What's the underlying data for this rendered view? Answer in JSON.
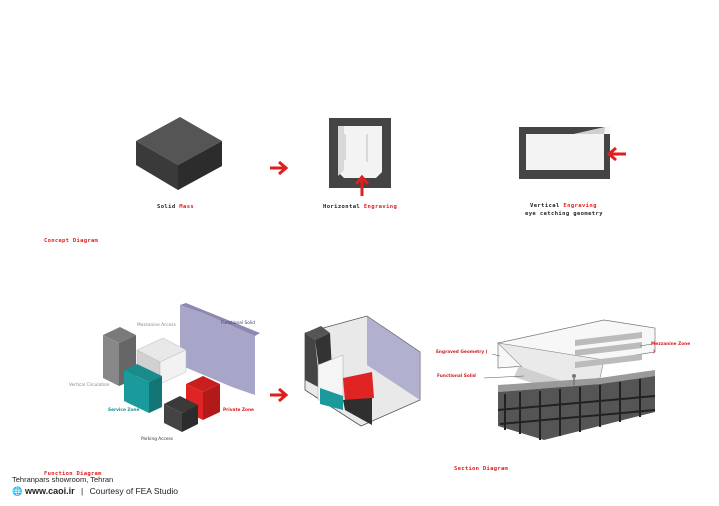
{
  "concept": {
    "title": "Concept Diagram",
    "step1_label_a": "Solid ",
    "step1_label_b": "Mass",
    "step2_label_a": "Horizontal ",
    "step2_label_b": "Engraving",
    "step3_label_a": "Vertical ",
    "step3_label_b": "Engraving",
    "step3_label_c": "eye catching geometry"
  },
  "function": {
    "title": "Function Diagram",
    "mezzanine_access": "Mezzanine Access",
    "functional_solid": "Functional Solid",
    "vertical_circulation": "Vertical Circulation",
    "service_zone": "Service Zone",
    "private_zone": "Private Zone",
    "parking_access": "Parking Access"
  },
  "section": {
    "title": "Section Diagram",
    "engraved_geometry": "Engraved Geometry (",
    "functional_solid": "Functional Solid",
    "mezzanine_zone": "Mezzanine Zone",
    "mezzanine_paren": ")"
  },
  "footer": {
    "caption": "Tehranpars showroom, Tehran",
    "brand": "www.caoi.ir",
    "separator": "|",
    "courtesy": "Courtesy of FEA Studio"
  },
  "colors": {
    "accent_red": "#e11d1d",
    "solid_dark": "#3f3f3f",
    "teal": "#1a9a9a",
    "purple_translucent": "#8a88b5"
  }
}
